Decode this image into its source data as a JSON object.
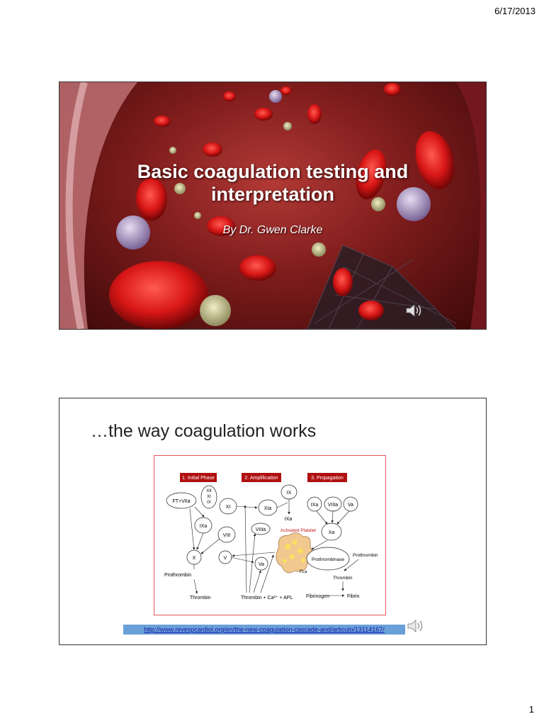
{
  "header": {
    "date": "6/17/2013"
  },
  "footer": {
    "page_number": "1"
  },
  "slide1": {
    "title_line1": "Basic coagulation testing and",
    "title_line2": "interpretation",
    "subtitle": "By Dr. Gwen Clarke"
  },
  "slide2": {
    "heading": "…the way coagulation works",
    "phases": [
      "1. Initial Phase",
      "2. Amplification",
      "3. Propagation"
    ],
    "factors": {
      "ft_viia": "FT+VIIa",
      "xii": "XII",
      "xi_small": "XI",
      "ix_small": "IX",
      "xi": "XI",
      "xia": "XIa",
      "ix": "IX",
      "ixa_top": "IXa",
      "ixa": "IXa",
      "viii": "VIII",
      "viiia": "VIIIa",
      "x": "X",
      "v": "V",
      "va": "Va",
      "ixa_p": "IXa",
      "viiia_p": "VIIIa",
      "va_p": "Va",
      "xa": "Xa",
      "activated_platelet": "Activated Platelet",
      "fla": "FLa",
      "prothrombinase": "Prothrombinase",
      "prothrombin_right": "Prothrombin",
      "thrombin_right": "Thrombin",
      "fibrinogen": "Fibrinogen",
      "fibrin": "Fibrin",
      "prothrombin_left": "Prothrombin",
      "thrombin_left": "Thrombin",
      "thrombin_ca_apl": "Thrombin + Ca²⁺ + APL"
    },
    "link": "http://www.revespcardiol.org/en/the-new-coagulation-cascade-and/articulo/13114167/"
  },
  "colors": {
    "phase_box": "#b01010",
    "cascade_border": "#e25858",
    "link_bar": "#6aa0d8"
  }
}
